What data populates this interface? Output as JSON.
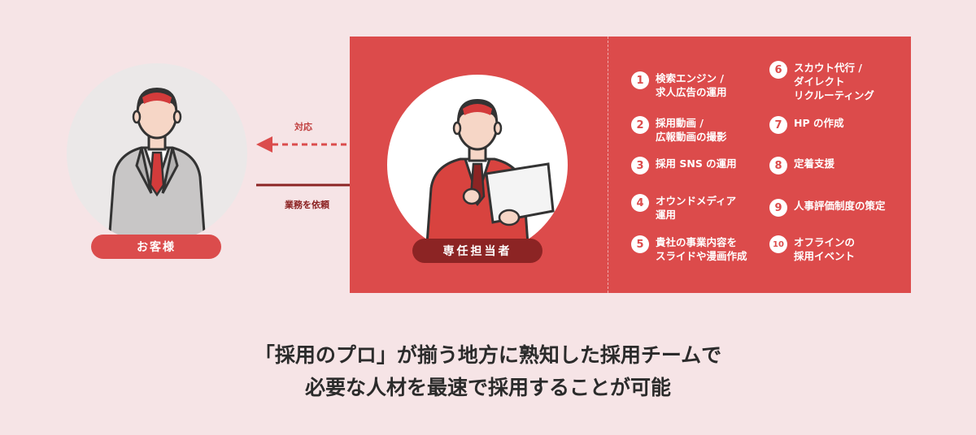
{
  "customer": {
    "label": "お客様"
  },
  "staff": {
    "label": "専任担当者"
  },
  "arrows": {
    "response": "対応",
    "request": "業務を依頼"
  },
  "services": [
    {
      "num": "1",
      "text": "検索エンジン /\n求人広告の運用"
    },
    {
      "num": "2",
      "text": "採用動画 /\n広報動画の撮影"
    },
    {
      "num": "3",
      "text": "採用 SNS の運用"
    },
    {
      "num": "4",
      "text": "オウンドメディア\n運用"
    },
    {
      "num": "5",
      "text": "貴社の事業内容を\nスライドや漫画作成"
    },
    {
      "num": "6",
      "text": "スカウト代行 /\nダイレクト\nリクルーティング"
    },
    {
      "num": "7",
      "text": "HP の作成"
    },
    {
      "num": "8",
      "text": "定着支援"
    },
    {
      "num": "9",
      "text": "人事評価制度の策定"
    },
    {
      "num": "10",
      "text": "オフラインの\n採用イベント"
    }
  ],
  "tagline": {
    "line1": "「採用のプロ」が揃う地方に熟知した採用チームで",
    "line2": "必要な人材を最速で採用することが可能"
  },
  "colors": {
    "panel": "#dc4b4b",
    "dark_red": "#8c2424",
    "background": "#f6e4e6"
  }
}
